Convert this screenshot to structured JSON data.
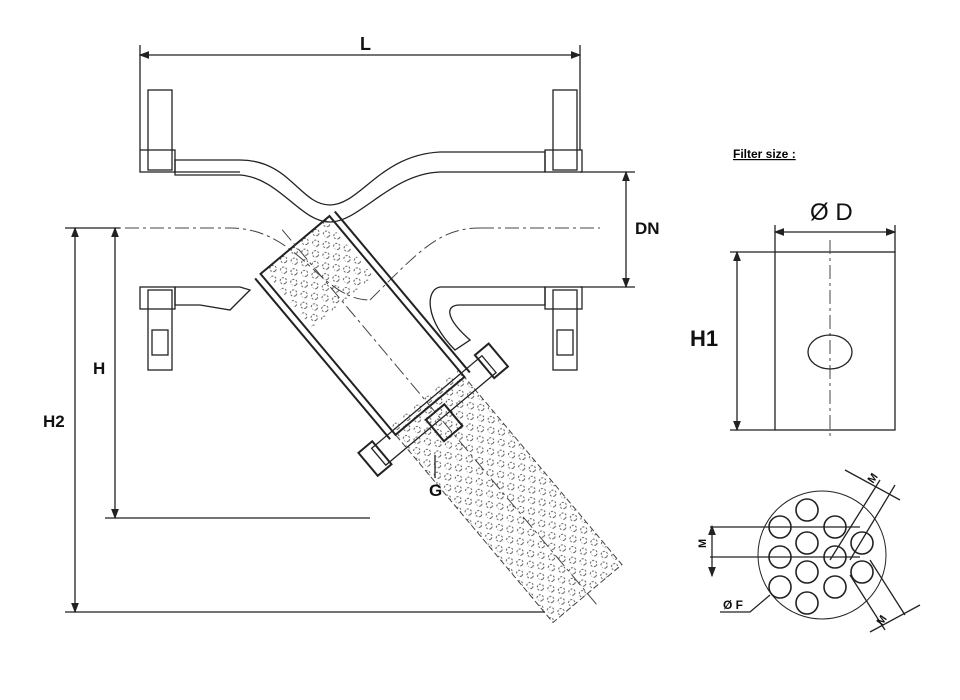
{
  "title": "Y-strainer dimension drawing",
  "labels": {
    "length": "L",
    "nominal_diameter": "DN",
    "height": "H",
    "height_total": "H2",
    "drain": "G",
    "filter_size": "Filter size :",
    "filter_diameter": "Ø D",
    "filter_height": "H1",
    "mesh_pitch_1": "M",
    "mesh_pitch_2": "M",
    "mesh_pitch_3": "M",
    "hole_diameter": "Ø F"
  },
  "colors": {
    "line": "#222222",
    "background": "#ffffff"
  }
}
